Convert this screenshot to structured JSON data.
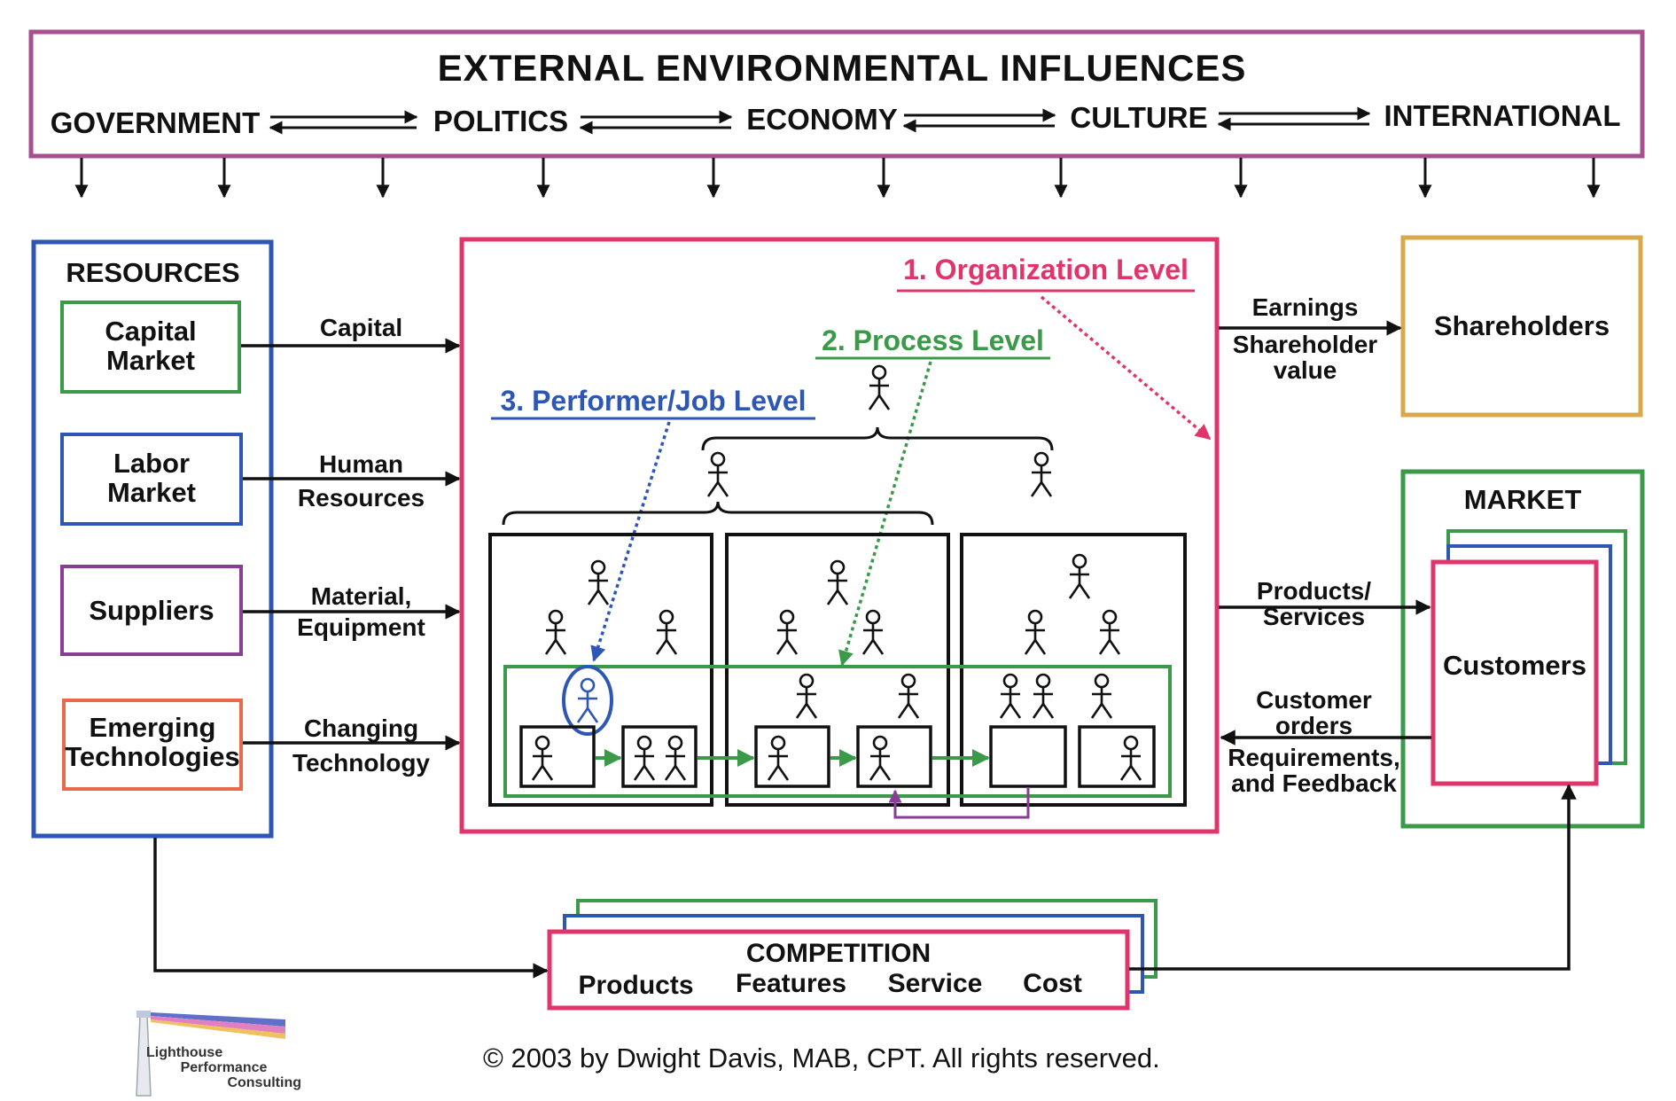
{
  "header": {
    "title": "EXTERNAL ENVIRONMENTAL INFLUENCES",
    "influences": [
      "GOVERNMENT",
      "POLITICS",
      "ECONOMY",
      "CULTURE",
      "INTERNATIONAL"
    ]
  },
  "resources": {
    "title": "RESOURCES",
    "items": [
      {
        "line1": "Capital",
        "line2": "Market"
      },
      {
        "line1": "Labor",
        "line2": "Market"
      },
      {
        "line1": "Suppliers",
        "line2": ""
      },
      {
        "line1": "Emerging",
        "line2": "Technologies"
      }
    ]
  },
  "inputs": [
    {
      "line1": "Capital",
      "line2": ""
    },
    {
      "line1": "Human",
      "line2": "Resources"
    },
    {
      "line1": "Material,",
      "line2": "Equipment"
    },
    {
      "line1": "Changing",
      "line2": "Technology"
    }
  ],
  "levels": {
    "organization": "1. Organization Level",
    "process": "2. Process Level",
    "performer": "3. Performer/Job Level"
  },
  "outputs": {
    "earnings": "Earnings",
    "shareholder_value_1": "Shareholder",
    "shareholder_value_2": "value",
    "products_1": "Products/",
    "products_2": "Services",
    "orders_1": "Customer",
    "orders_2": "orders",
    "feedback_1": "Requirements,",
    "feedback_2": "and Feedback"
  },
  "shareholders": "Shareholders",
  "market": {
    "title": "MARKET",
    "customers": "Customers"
  },
  "competition": {
    "title": "COMPETITION",
    "items": [
      "Products",
      "Features",
      "Service",
      "Cost"
    ]
  },
  "copyright": "© 2003 by Dwight Davis, MAB, CPT.  All rights reserved.",
  "logo": {
    "line1": "Lighthouse",
    "line2": "Performance",
    "line3": "Consulting"
  },
  "colors": {
    "magenta": "#a8508f",
    "blue": "#2e57b5",
    "green": "#3a9a4a",
    "purple": "#8a3c96",
    "orange": "#e86a4a",
    "pink": "#e0356a",
    "gold": "#d8a84a",
    "black": "#111111"
  }
}
